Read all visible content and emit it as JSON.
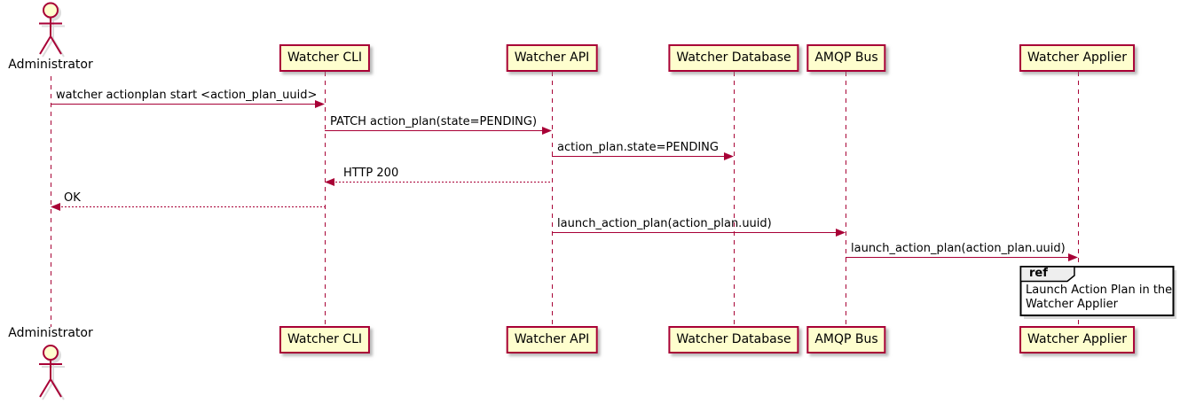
{
  "actor": {
    "label": "Administrator"
  },
  "participants": [
    {
      "id": "watcher-cli",
      "label": "Watcher CLI"
    },
    {
      "id": "watcher-api",
      "label": "Watcher API"
    },
    {
      "id": "watcher-database",
      "label": "Watcher Database"
    },
    {
      "id": "amqp-bus",
      "label": "AMQP Bus"
    },
    {
      "id": "watcher-applier",
      "label": "Watcher Applier"
    }
  ],
  "messages": [
    {
      "text": "watcher actionplan start <action_plan_uuid>",
      "from": "Administrator",
      "to": "Watcher CLI",
      "line": "solid"
    },
    {
      "text": "PATCH action_plan(state=PENDING)",
      "from": "Watcher CLI",
      "to": "Watcher API",
      "line": "solid"
    },
    {
      "text": "action_plan.state=PENDING",
      "from": "Watcher API",
      "to": "Watcher Database",
      "line": "solid"
    },
    {
      "text": "HTTP 200",
      "from": "Watcher API",
      "to": "Watcher CLI",
      "line": "dashed"
    },
    {
      "text": "OK",
      "from": "Watcher CLI",
      "to": "Administrator",
      "line": "dashed"
    },
    {
      "text": "launch_action_plan(action_plan.uuid)",
      "from": "Watcher API",
      "to": "AMQP Bus",
      "line": "solid"
    },
    {
      "text": "launch_action_plan(action_plan.uuid)",
      "from": "AMQP Bus",
      "to": "Watcher Applier",
      "line": "solid"
    }
  ],
  "ref": {
    "keyword": "ref",
    "text": "Launch Action Plan in the\nWatcher Applier"
  },
  "colors": {
    "stroke": "#A80036",
    "participant_fill": "#FEFECE",
    "actor_head_fill": "#FEFECE",
    "ref_tab_fill": "#EEEEEE",
    "ref_border": "#000000",
    "text": "#000000",
    "background": "#FFFFFF"
  }
}
